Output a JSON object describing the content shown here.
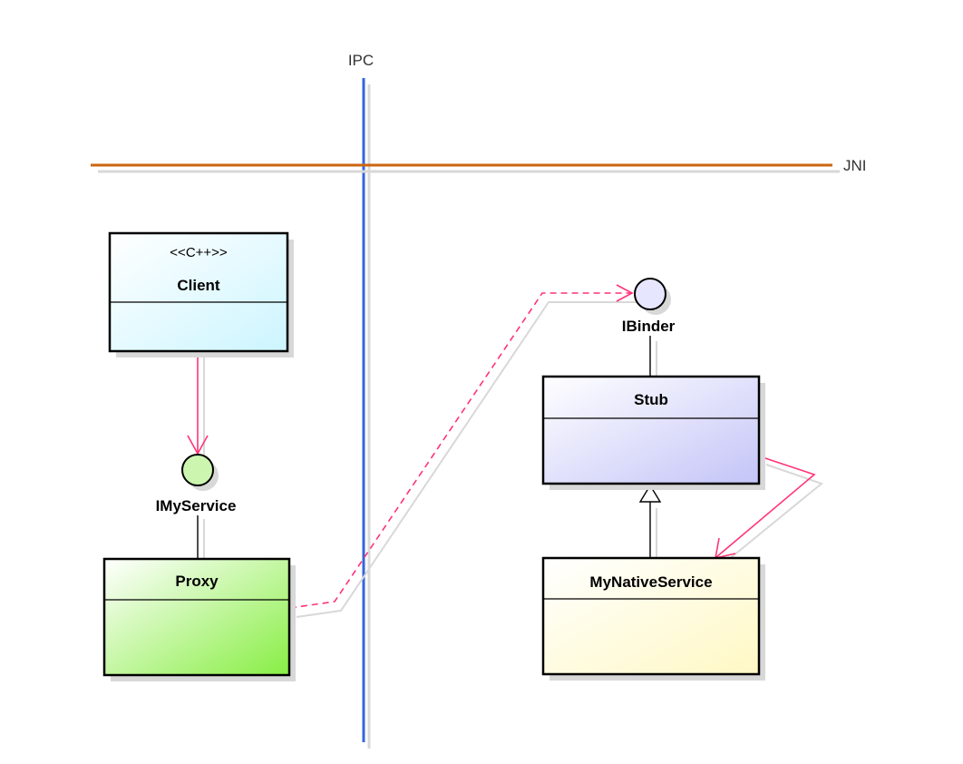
{
  "diagram": {
    "boundaries": {
      "ipc": {
        "label": "IPC",
        "color": "#3366dd"
      },
      "jni": {
        "label": "JNI",
        "color": "#cc6611"
      }
    },
    "classes": {
      "client": {
        "stereotype": "<<C++>>",
        "name": "Client",
        "fill_start": "#ffffff",
        "fill_end": "#ccf5ff"
      },
      "proxy": {
        "name": "Proxy",
        "fill_start": "#ffffff",
        "fill_end": "#88ee44"
      },
      "stub": {
        "name": "Stub",
        "fill_start": "#ffffff",
        "fill_end": "#c4c4f8"
      },
      "native_service": {
        "name": "MyNativeService",
        "fill_start": "#ffffff",
        "fill_end": "#fff8c4"
      }
    },
    "interfaces": {
      "imyservice": {
        "name": "IMyService",
        "fill": "#ccf5b0"
      },
      "ibinder": {
        "name": "IBinder",
        "fill": "#e6e6ff"
      }
    },
    "arrow_color": "#ff3377"
  }
}
